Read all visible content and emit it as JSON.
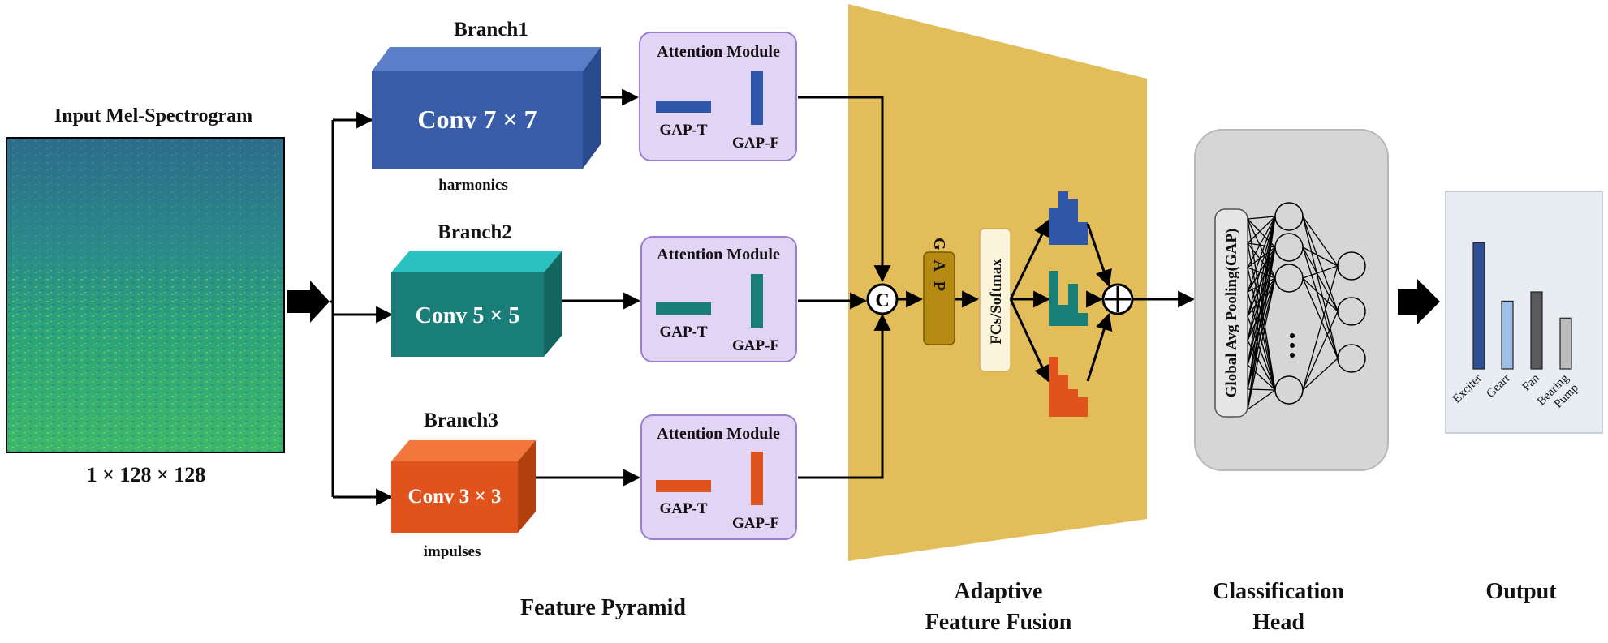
{
  "input": {
    "title": "Input Mel-Spectrogram",
    "shape": "1 × 128 × 128"
  },
  "branches": [
    {
      "title": "Branch1",
      "conv": "Conv 7 × 7",
      "caption": "harmonics",
      "color": "#3a5daa"
    },
    {
      "title": "Branch2",
      "conv": "Conv 5 × 5",
      "caption": "",
      "color": "#1a7e78"
    },
    {
      "title": "Branch3",
      "conv": "Conv 3 × 3",
      "caption": "impulses",
      "color": "#e0531c"
    }
  ],
  "attention": {
    "title": "Attention Module",
    "gap_t": "GAP-T",
    "gap_f": "GAP-F"
  },
  "fusion": {
    "concat_symbol": "C",
    "gap": "G A P",
    "fc": "FCs/Softmax",
    "background": "#e3bd5a"
  },
  "head": {
    "gap_label": "Global Avg Pooling(GAP)"
  },
  "output": {
    "classes": [
      "Exciter",
      "Gearr",
      "Fan",
      "Bearing Pump"
    ]
  },
  "sections": {
    "feature_pyramid": "Feature Pyramid",
    "fusion_line1": "Adaptive",
    "fusion_line2": "Feature Fusion",
    "head_line1": "Classification",
    "head_line2": "Head",
    "output": "Output"
  },
  "chart_data": {
    "type": "bar",
    "categories": [
      "Exciter",
      "Gearr",
      "Fan",
      "Bearing Pump"
    ],
    "values": [
      0.82,
      0.44,
      0.5,
      0.33
    ],
    "colors": [
      "#2e4f96",
      "#9cc0e8",
      "#5a5a5a",
      "#bdbdbd"
    ],
    "title": "",
    "xlabel": "",
    "ylabel": "",
    "ylim": [
      0,
      1
    ]
  }
}
